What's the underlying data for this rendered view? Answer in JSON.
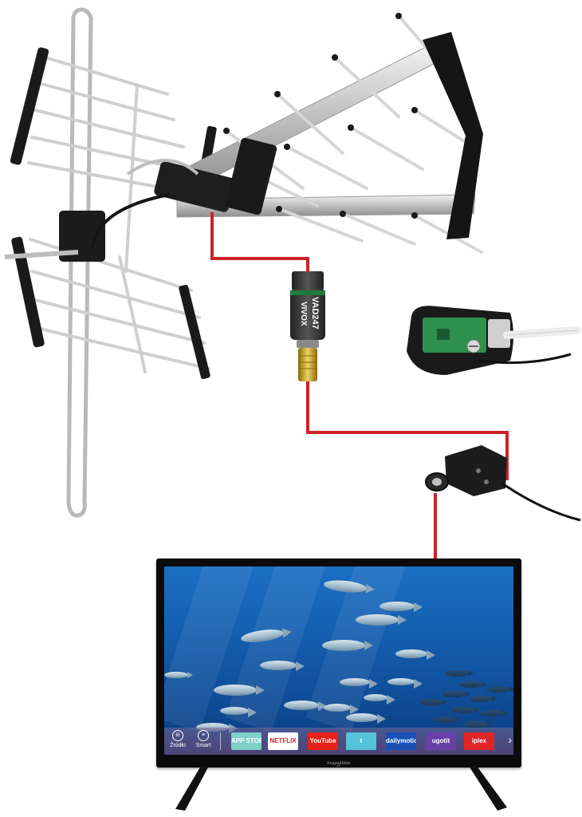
{
  "colors": {
    "cable": "#cc2229",
    "antenna_metal": "#c8c8c8",
    "antenna_black": "#1a1a1a",
    "amplifier_body": "#3a3f3c",
    "amplifier_green": "#1f7a3b",
    "connector_gold": "#c9a21e",
    "tv_frame": "#0b0b0c",
    "tv_screen": "#155fb0"
  },
  "amplifier": {
    "label_line1": "VAD247",
    "label_line2": "VIVOX"
  },
  "tv": {
    "brand": "Kruger&Matz",
    "menu": [
      {
        "icon": "source-icon",
        "label": "Źródło"
      },
      {
        "icon": "smart-icon",
        "label": "Smart"
      }
    ],
    "apps": [
      {
        "name": "app-store",
        "text": "APP STORE",
        "bg": "#7fd0c8",
        "fg": "#ffffff"
      },
      {
        "name": "netflix",
        "text": "NETFLIX",
        "bg": "#ffffff",
        "fg": "#d81f26"
      },
      {
        "name": "youtube",
        "text": "YouTube",
        "bg": "#e62117",
        "fg": "#ffffff"
      },
      {
        "name": "twitter",
        "text": "t",
        "bg": "#55c3d8",
        "fg": "#ffffff"
      },
      {
        "name": "dailymotion",
        "text": "dailymotion",
        "bg": "#1a4fb5",
        "fg": "#ffffff"
      },
      {
        "name": "ugotit",
        "text": "ugotit",
        "bg": "#6b3fa8",
        "fg": "#ffffff"
      },
      {
        "name": "iplex",
        "text": "iplex",
        "bg": "#e02424",
        "fg": "#ffffff"
      }
    ]
  }
}
